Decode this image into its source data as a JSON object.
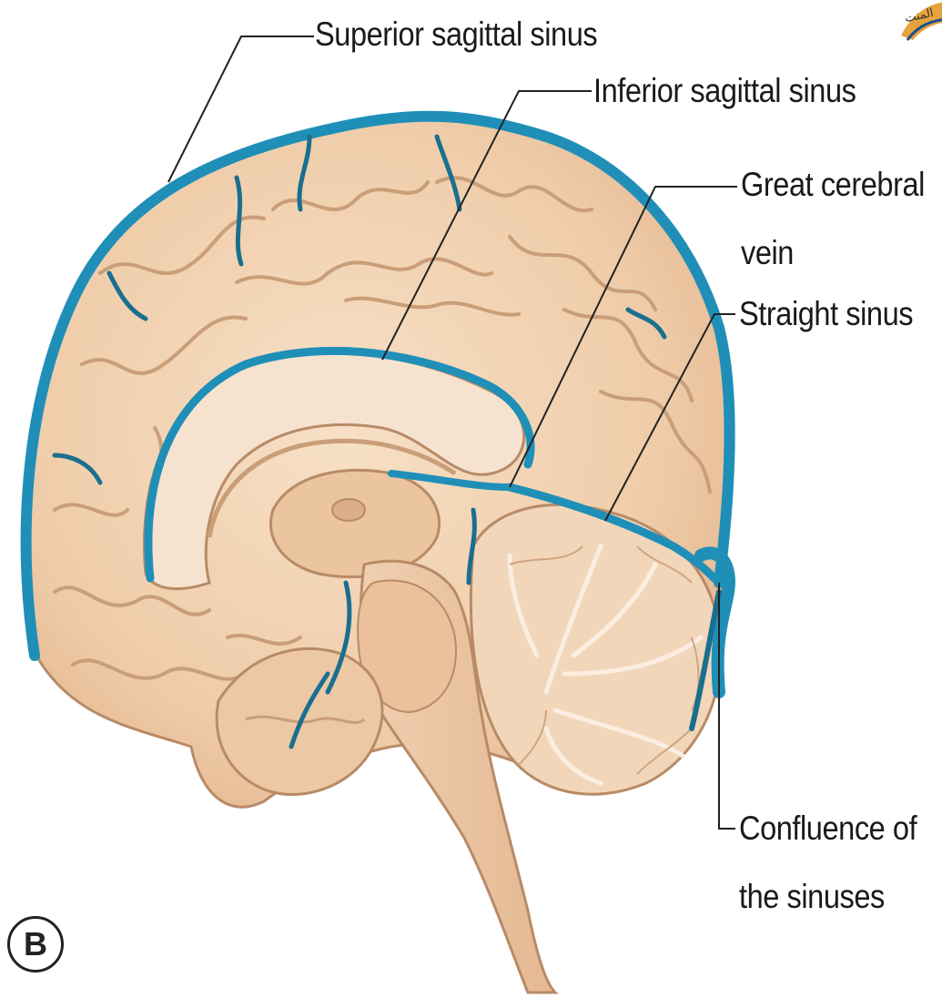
{
  "figure": {
    "panel_letter": "B",
    "logo_text": "المنت",
    "labels": {
      "superior_sagittal_sinus": "Superior sagittal sinus",
      "inferior_sagittal_sinus": "Inferior sagittal sinus",
      "great_cerebral_vein_line1": "Great cerebral",
      "great_cerebral_vein_line2": "vein",
      "straight_sinus": "Straight sinus",
      "confluence_line1": "Confluence of",
      "confluence_line2": "the sinuses"
    },
    "colors": {
      "brain": "#f2d3b3",
      "brain_shadow": "#d9b08c",
      "brain_outline": "#b88b66",
      "sinus": "#1f8fb8",
      "sinus_dark": "#1a6f8f",
      "leader_line": "#222222"
    }
  }
}
